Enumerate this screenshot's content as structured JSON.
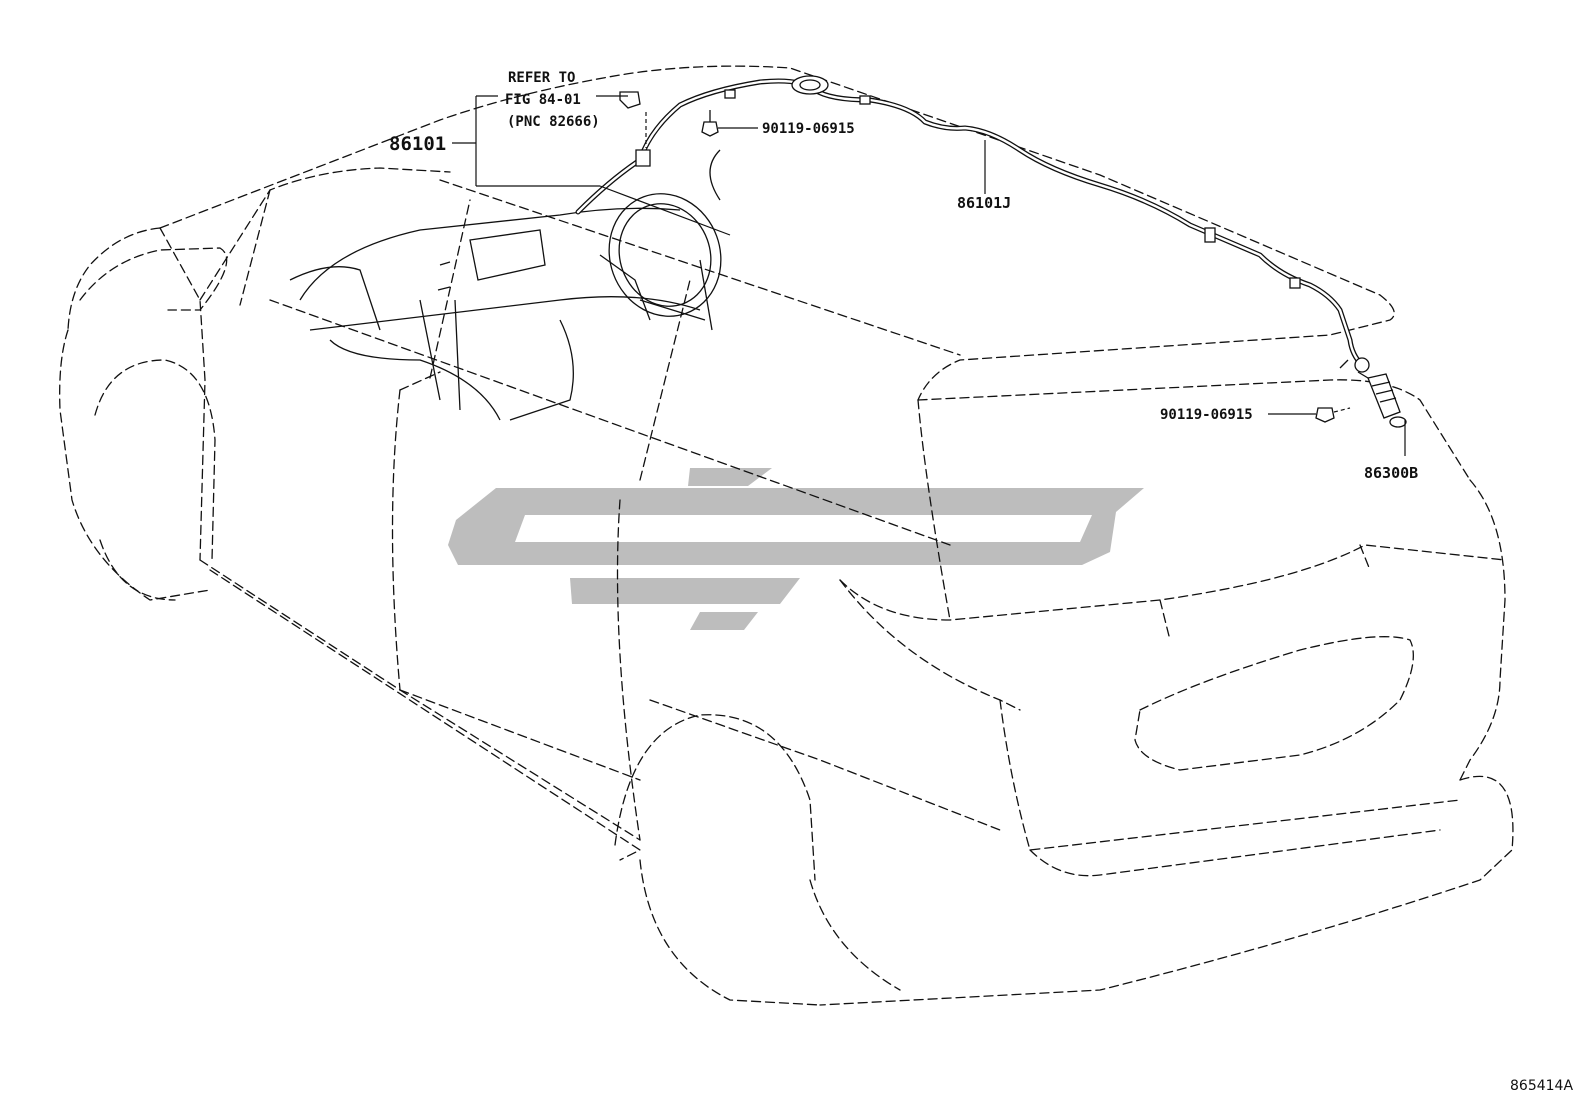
{
  "diagram": {
    "figure_id": "865414A",
    "callouts": [
      {
        "id": "refer",
        "lines": [
          "REFER TO",
          "FIG 84-01",
          "(PNC 82666)"
        ]
      },
      {
        "id": "harness_front",
        "text": "86101"
      },
      {
        "id": "clip_top",
        "text": "90119-06915"
      },
      {
        "id": "harness_roof",
        "text": "86101J"
      },
      {
        "id": "clip_rear",
        "text": "90119-06915"
      },
      {
        "id": "amplifier",
        "text": "86300B"
      }
    ]
  },
  "colors": {
    "line": "#111111",
    "watermark": "#bdbdbd",
    "background": "#ffffff"
  },
  "icons": [
    "clip-icon",
    "connector-icon",
    "antenna-amplifier-icon",
    "watermark-logo"
  ]
}
